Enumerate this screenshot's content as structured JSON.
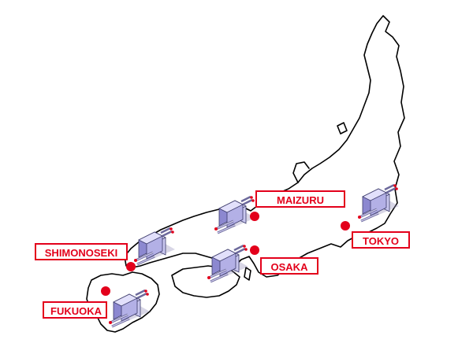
{
  "colors": {
    "marker": "#e3001b",
    "label_border": "#e3001b",
    "label_text": "#e3001b",
    "coastline": "#000000",
    "factory_body": "#a9a6dc"
  },
  "map": {
    "region": "Japan",
    "cities": [
      {
        "id": "maizuru",
        "label": "MAIZURU",
        "icon": "factory-icon"
      },
      {
        "id": "tokyo",
        "label": "TOKYO",
        "icon": "factory-icon"
      },
      {
        "id": "shimonoseki",
        "label": "SHIMONOSEKI",
        "icon": "factory-icon"
      },
      {
        "id": "osaka",
        "label": "OSAKA",
        "icon": "factory-icon"
      },
      {
        "id": "fukuoka",
        "label": "FUKUOKA",
        "icon": "factory-icon"
      }
    ]
  }
}
